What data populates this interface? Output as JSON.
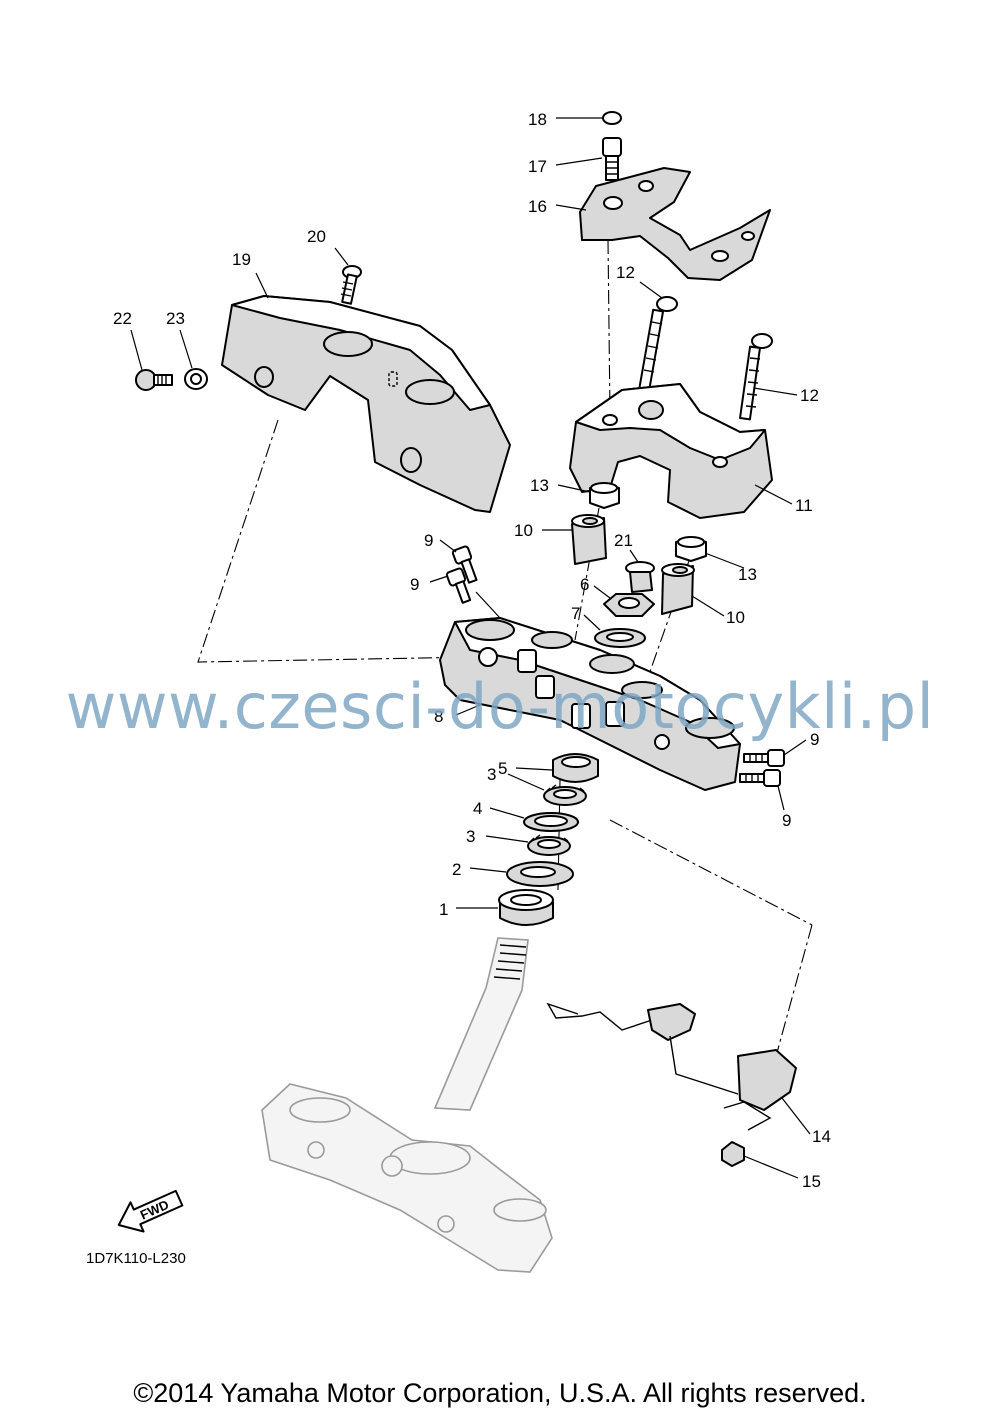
{
  "callouts": [
    {
      "id": "c1",
      "label": "1"
    },
    {
      "id": "c2",
      "label": "2"
    },
    {
      "id": "c3a",
      "label": "3"
    },
    {
      "id": "c3b",
      "label": "3"
    },
    {
      "id": "c4",
      "label": "4"
    },
    {
      "id": "c5",
      "label": "5"
    },
    {
      "id": "c6",
      "label": "6"
    },
    {
      "id": "c7",
      "label": "7"
    },
    {
      "id": "c8",
      "label": "8"
    },
    {
      "id": "c9a",
      "label": "9"
    },
    {
      "id": "c9b",
      "label": "9"
    },
    {
      "id": "c9c",
      "label": "9"
    },
    {
      "id": "c9d",
      "label": "9"
    },
    {
      "id": "c10a",
      "label": "10"
    },
    {
      "id": "c10b",
      "label": "10"
    },
    {
      "id": "c11",
      "label": "11"
    },
    {
      "id": "c12a",
      "label": "12"
    },
    {
      "id": "c12b",
      "label": "12"
    },
    {
      "id": "c13a",
      "label": "13"
    },
    {
      "id": "c13b",
      "label": "13"
    },
    {
      "id": "c14",
      "label": "14"
    },
    {
      "id": "c15",
      "label": "15"
    },
    {
      "id": "c16",
      "label": "16"
    },
    {
      "id": "c17",
      "label": "17"
    },
    {
      "id": "c18",
      "label": "18"
    },
    {
      "id": "c19",
      "label": "19"
    },
    {
      "id": "c20",
      "label": "20"
    },
    {
      "id": "c21",
      "label": "21"
    },
    {
      "id": "c22",
      "label": "22"
    },
    {
      "id": "c23",
      "label": "23"
    }
  ],
  "diagram_code": "1D7K110-L230",
  "fwd_label": "FWD",
  "watermark": "www.czesci-do-motocykli.pl",
  "copyright": "©2014 Yamaha Motor Corporation, U.S.A. All rights reserved."
}
